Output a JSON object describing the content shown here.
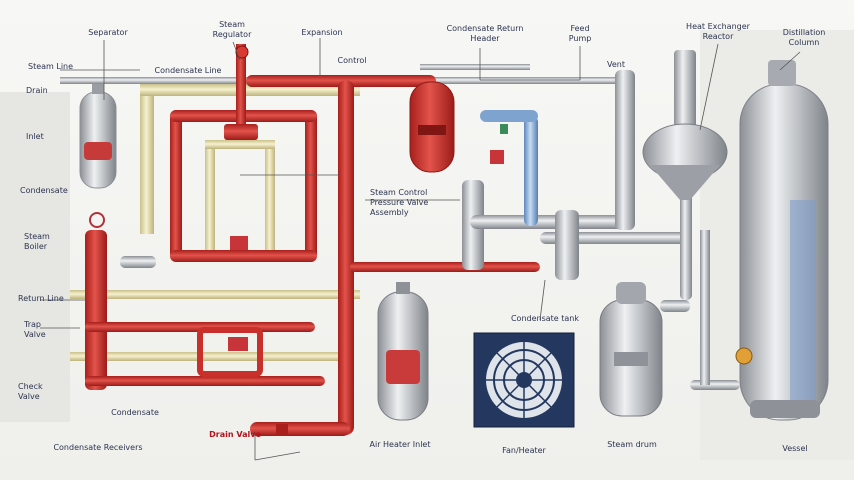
{
  "colors": {
    "background": "#f3f3f1",
    "steam_pipe": "#d63a34",
    "condensate_pipe": "#e9e0a8",
    "process_pipe": "#b9bcc0",
    "cooling_pipe": "#8fb3dc",
    "vessel_steel": "#c9cdd3",
    "label_text": "#2d3550",
    "label_red": "#b3141c"
  },
  "labels": {
    "top_left": "Separator",
    "top_valve": "Steam\nRegulator",
    "top_mid": "Expansion",
    "top_header": "Condensate Return\nHeader",
    "top_pump": "Feed\nPump",
    "top_reactor": "Heat Exchanger\nReactor",
    "top_column": "Distillation\nColumn",
    "left_1": "Steam Line",
    "left_2": "Drain",
    "left_3": "Inlet",
    "left_4": "Condensate",
    "left_5": "Steam\nBoiler",
    "left_6": "Return Line",
    "left_7": "Trap\nValve",
    "left_8": "Check\nValve",
    "mid_header": "Condensate Line",
    "mid_exp": "Control",
    "center_note": "Steam Control\nPressure Valve\nAssembly",
    "right_mid": "Vent",
    "bottom_1": "Condensate",
    "bottom_2": "Condensate Receivers",
    "bottom_3": "Air Heater Inlet",
    "bottom_4": "Condensate tank",
    "bottom_5": "Fan/Heater",
    "bottom_6": "Steam drum",
    "bottom_7": "Vessel",
    "drain": "Drain Valve"
  },
  "icons": [
    "pressure-gauge-icon",
    "valve-icon",
    "fan-icon",
    "flange-icon"
  ]
}
